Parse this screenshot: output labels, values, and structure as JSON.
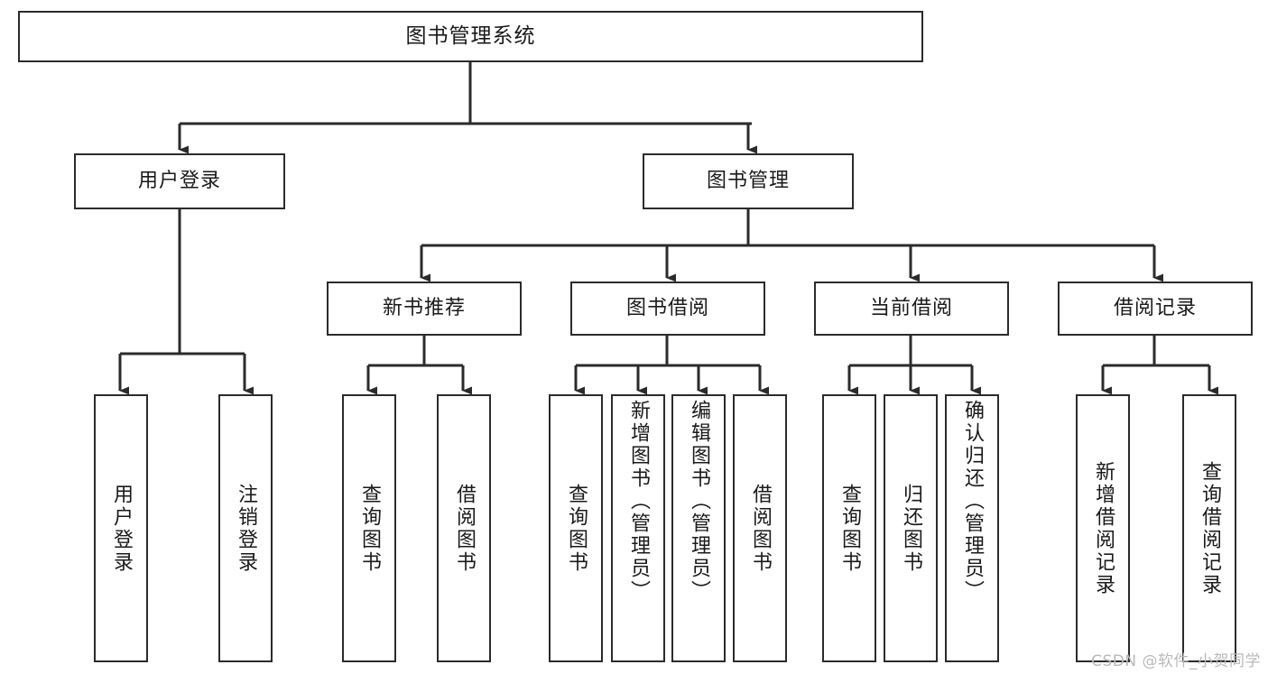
{
  "diagram": {
    "type": "tree",
    "title": "图书管理系统",
    "watermark": "CSDN @软件_小贺同学",
    "colors": {
      "box_border": "#2b2b2b",
      "box_fill": "#ffffff",
      "connector": "#2b2b2b",
      "text": "#1a1a1a",
      "watermark": "#b9b9b9"
    },
    "root": {
      "label": "图书管理系统"
    },
    "level1": [
      {
        "id": "user-login",
        "label": "用户登录"
      },
      {
        "id": "book-manage",
        "label": "图书管理"
      }
    ],
    "level2": [
      {
        "id": "new-book-recommend",
        "label": "新书推荐",
        "parent": "book-manage"
      },
      {
        "id": "book-borrow",
        "label": "图书借阅",
        "parent": "book-manage"
      },
      {
        "id": "current-borrow",
        "label": "当前借阅",
        "parent": "book-manage"
      },
      {
        "id": "borrow-record",
        "label": "借阅记录",
        "parent": "book-manage"
      }
    ],
    "leaves": [
      {
        "id": "leaf-user-login",
        "label": "用户登录",
        "parent": "user-login"
      },
      {
        "id": "leaf-user-logout",
        "label": "注销登录",
        "parent": "user-login"
      },
      {
        "id": "leaf-rec-query-book",
        "label": "查询图书",
        "parent": "new-book-recommend"
      },
      {
        "id": "leaf-rec-borrow-book",
        "label": "借阅图书",
        "parent": "new-book-recommend"
      },
      {
        "id": "leaf-brw-query-book",
        "label": "查询图书",
        "parent": "book-borrow"
      },
      {
        "id": "leaf-brw-add-book",
        "label": "新增图书（管理员）",
        "parent": "book-borrow"
      },
      {
        "id": "leaf-brw-edit-book",
        "label": "编辑图书（管理员）",
        "parent": "book-borrow"
      },
      {
        "id": "leaf-brw-borrow-book",
        "label": "借阅图书",
        "parent": "book-borrow"
      },
      {
        "id": "leaf-cur-query-book",
        "label": "查询图书",
        "parent": "current-borrow"
      },
      {
        "id": "leaf-cur-return-book",
        "label": "归还图书",
        "parent": "current-borrow"
      },
      {
        "id": "leaf-cur-confirm-return",
        "label": "确认归还（管理员）",
        "parent": "current-borrow"
      },
      {
        "id": "leaf-rec-add-record",
        "label": "新增借阅记录",
        "parent": "borrow-record"
      },
      {
        "id": "leaf-rec-query-record",
        "label": "查询借阅记录",
        "parent": "borrow-record"
      }
    ]
  }
}
